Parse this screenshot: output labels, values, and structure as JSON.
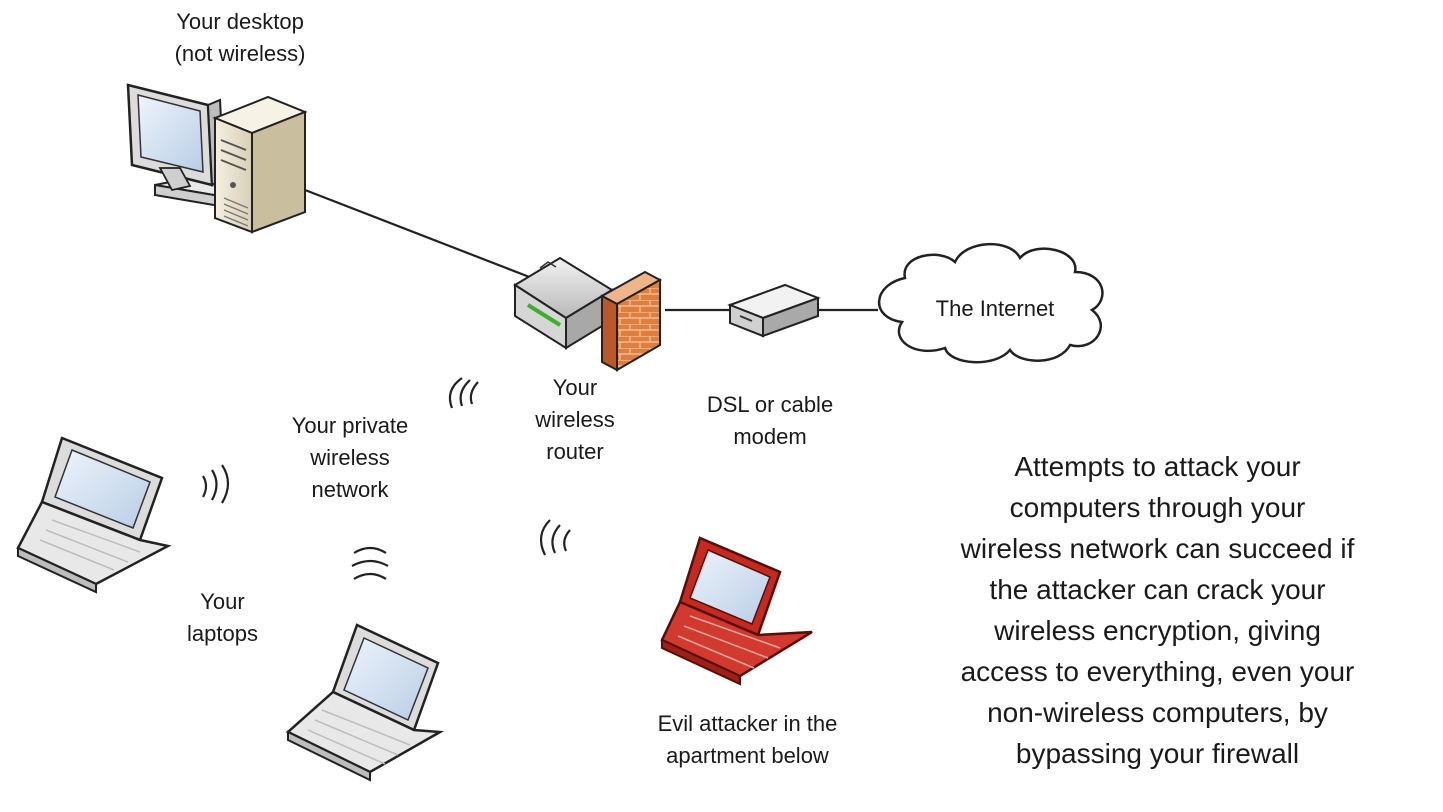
{
  "labels": {
    "desktop": [
      "Your desktop",
      "(not wireless)"
    ],
    "router": [
      "Your",
      "wireless",
      "router"
    ],
    "modem": [
      "DSL or cable",
      "modem"
    ],
    "internet": "The Internet",
    "private_network": [
      "Your private",
      "wireless",
      "network"
    ],
    "laptops": [
      "Your",
      "laptops"
    ],
    "attacker": [
      "Evil attacker in the",
      "apartment below"
    ]
  },
  "description": [
    "Attempts to attack your",
    "computers through your",
    "wireless network can succeed if",
    "the attacker can crack your",
    "wireless encryption, giving",
    "access to everything, even your",
    "non-wireless computers, by",
    "bypassing your firewall"
  ],
  "colors": {
    "attacker": "#c42a20",
    "firewall": "#d9763a",
    "router_led": "#3fae2e",
    "screen": "#d9e6f5"
  },
  "icons": [
    "desktop-computer-icon",
    "wireless-router-icon",
    "firewall-icon",
    "modem-icon",
    "internet-cloud-icon",
    "laptop-icon",
    "attacker-laptop-icon",
    "wireless-signal-icon"
  ]
}
